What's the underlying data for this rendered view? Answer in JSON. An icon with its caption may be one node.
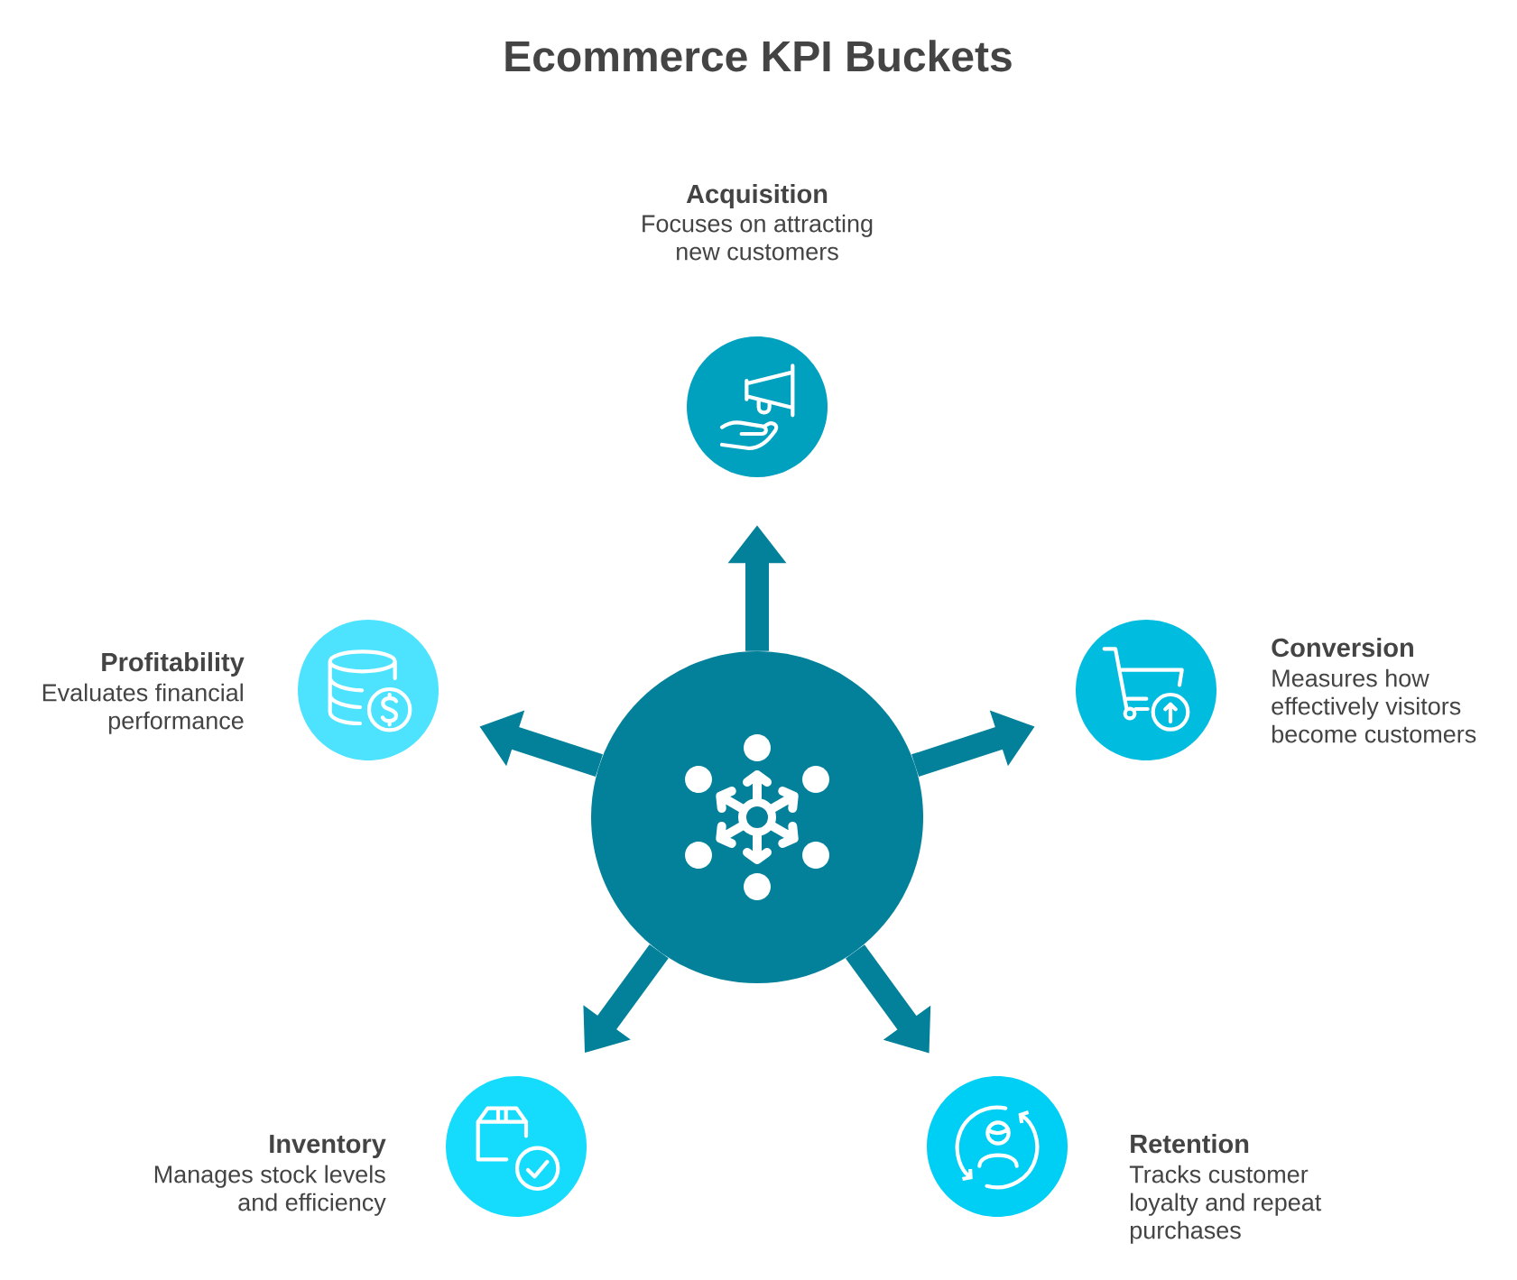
{
  "diagram": {
    "title": "Ecommerce KPI Buckets",
    "nodes": [
      {
        "text": [
          "Acquisition",
          "Focuses on attracting new customers"
        ]
      },
      {
        "text": [
          "Profitability",
          "Evaluates financial performance"
        ]
      },
      {
        "text": [
          "Conversion",
          "Measures how effectively visitors become customers"
        ]
      },
      {
        "text": [],
        "shape": "circle"
      },
      {
        "text": [
          "Inventory",
          "Manages stock levels and efficiency"
        ]
      },
      {
        "text": [
          "Retention",
          "Tracks customer loyalty and repeat purchases"
        ]
      }
    ],
    "edges": [
      {
        "from": 3,
        "to": 0,
        "arrow": "to"
      },
      {
        "from": 3,
        "to": 1,
        "arrow": "to"
      },
      {
        "from": 3,
        "to": 2,
        "arrow": "to"
      },
      {
        "from": 3,
        "to": 4,
        "arrow": "to"
      },
      {
        "from": 3,
        "to": 5,
        "arrow": "to"
      }
    ]
  }
}
